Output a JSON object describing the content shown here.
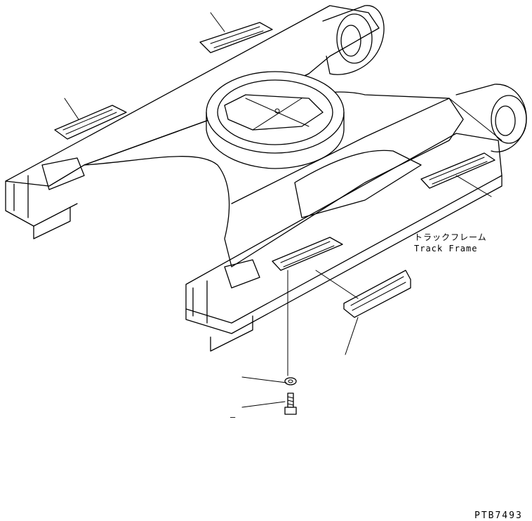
{
  "labels": {
    "track_frame_jp": "トラックフレーム",
    "track_frame_en": "Track Frame",
    "drawing_code": "PTB7493",
    "dash_mark": "–"
  }
}
